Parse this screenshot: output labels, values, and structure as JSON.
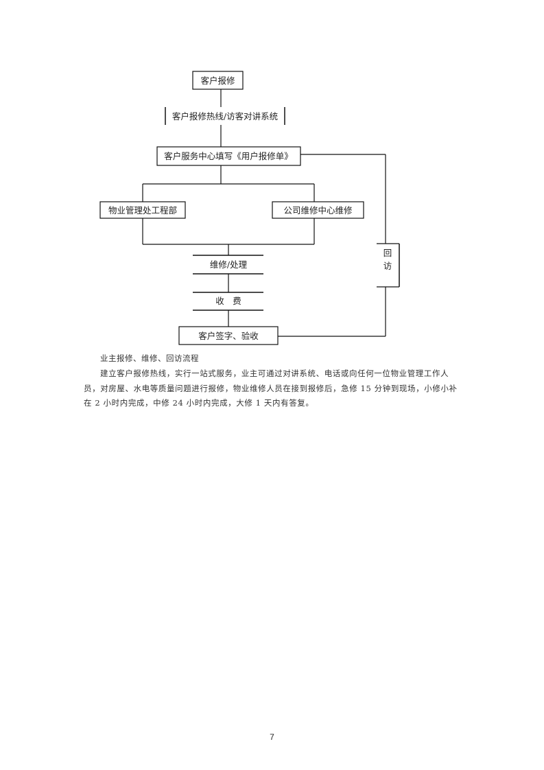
{
  "flowchart": {
    "customer_repair": "客户报修",
    "hotline_intercom": "客户报修热线/访客对讲系统",
    "service_center_form": "客户服务中心填写《用户报修单》",
    "engineering_dept": "物业管理处工程部",
    "company_repair_center": "公司维修中心维修",
    "repair_handle": "维修/处理",
    "charge": "收　费",
    "sign_accept": "客户签字、验收",
    "callback_1": "回",
    "callback_2": "访"
  },
  "caption": "业主报修、维修、回访流程",
  "paragraph": "建立客户报修热线，实行一站式服务，业主可通过对讲系统、电话或向任何一位物业管理工作人员，对房屋、水电等质量问题进行报修，物业维修人员在接到报修后，急修 15 分钟到现场，小修小补在 2 小时内完成，中修 24 小时内完成，大修 1 天内有答复。",
  "page_number": "7"
}
